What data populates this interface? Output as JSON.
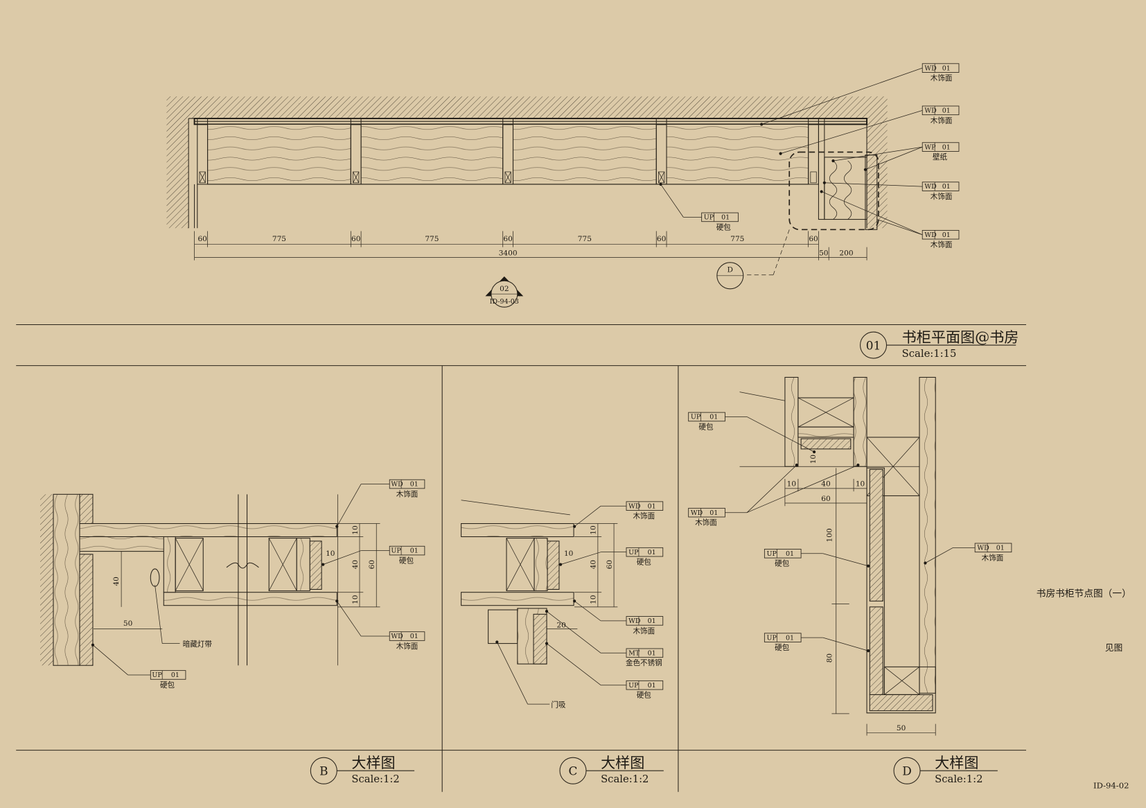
{
  "colors": {
    "paper": "#dccaa8",
    "ink": "#1e1a14"
  },
  "plan": {
    "title": "书柜平面图@书房",
    "number": "01",
    "scale": "Scale:1:15",
    "dims": [
      "60",
      "775",
      "60",
      "775",
      "60",
      "775",
      "60",
      "775",
      "60",
      "3400",
      "50",
      "200"
    ],
    "detail_marker": "D",
    "section_marker": {
      "number": "02",
      "sheet": "ID-94-03"
    },
    "tags": [
      {
        "code": "WD",
        "num": "01",
        "label": "木饰面"
      },
      {
        "code": "WD",
        "num": "01",
        "label": "木饰面"
      },
      {
        "code": "WP",
        "num": "01",
        "label": "壁纸"
      },
      {
        "code": "WD",
        "num": "01",
        "label": "木饰面"
      },
      {
        "code": "WD",
        "num": "01",
        "label": "木饰面"
      },
      {
        "code": "UP",
        "num": "01",
        "label": "硬包"
      }
    ]
  },
  "detail_b": {
    "letter": "B",
    "title": "大样图",
    "scale": "Scale:1:2",
    "dims": [
      "10",
      "10",
      "40",
      "60",
      "10",
      "40",
      "50"
    ],
    "note_light": "暗藏灯带",
    "tags": [
      {
        "code": "WD",
        "num": "01",
        "label": "木饰面"
      },
      {
        "code": "UP",
        "num": "01",
        "label": "硬包"
      },
      {
        "code": "WD",
        "num": "01",
        "label": "木饰面"
      },
      {
        "code": "UP",
        "num": "01",
        "label": "硬包"
      }
    ]
  },
  "detail_c": {
    "letter": "C",
    "title": "大样图",
    "scale": "Scale:1:2",
    "dims": [
      "10",
      "10",
      "40",
      "60",
      "10",
      "20"
    ],
    "note_stop": "门吸",
    "tags": [
      {
        "code": "WD",
        "num": "01",
        "label": "木饰面"
      },
      {
        "code": "UP",
        "num": "01",
        "label": "硬包"
      },
      {
        "code": "WD",
        "num": "01",
        "label": "木饰面"
      },
      {
        "code": "MT",
        "num": "01",
        "label": "金色不锈钢"
      },
      {
        "code": "UP",
        "num": "01",
        "label": "硬包"
      }
    ]
  },
  "detail_d": {
    "letter": "D",
    "title": "大样图",
    "scale": "Scale:1:2",
    "dims": [
      "10",
      "10",
      "40",
      "10",
      "60",
      "100",
      "80",
      "50"
    ],
    "tags": [
      {
        "code": "UP",
        "num": "01",
        "label": "硬包"
      },
      {
        "code": "WD",
        "num": "01",
        "label": "木饰面"
      },
      {
        "code": "UP",
        "num": "01",
        "label": "硬包"
      },
      {
        "code": "UP",
        "num": "01",
        "label": "硬包"
      },
      {
        "code": "WD",
        "num": "01",
        "label": "木饰面"
      }
    ]
  },
  "sheet": {
    "drawing_name": "书房书柜节点图（一）",
    "see_note": "见图",
    "drawing_no": "ID-94-02"
  }
}
